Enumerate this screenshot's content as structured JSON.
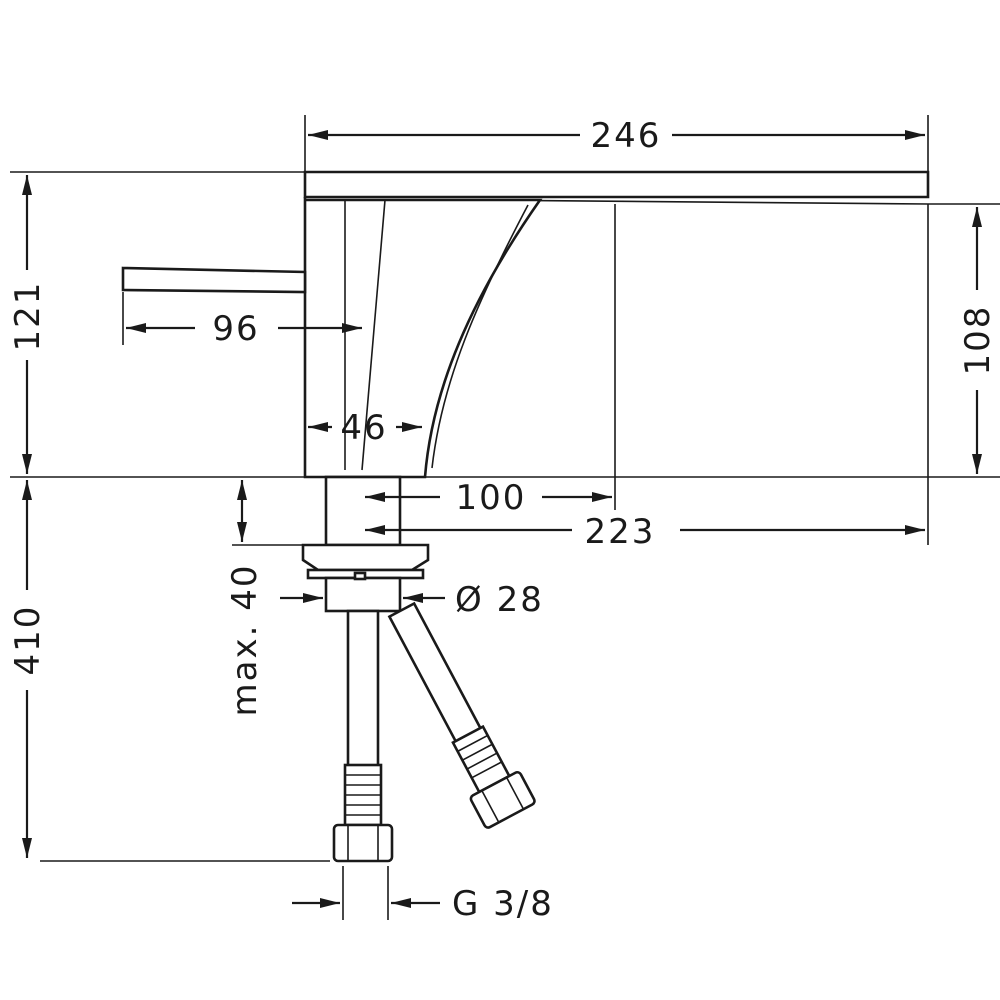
{
  "dimensions": {
    "total_width": "246",
    "height_top": "121",
    "lever_length": "96",
    "body_width": "46",
    "spout_height": "108",
    "inlet_to_spout": "100",
    "inlet_to_end": "223",
    "max_thickness": "max. 40",
    "shank_diameter": "Ø 28",
    "below_deck": "410",
    "connection_thread": "G 3/8"
  }
}
